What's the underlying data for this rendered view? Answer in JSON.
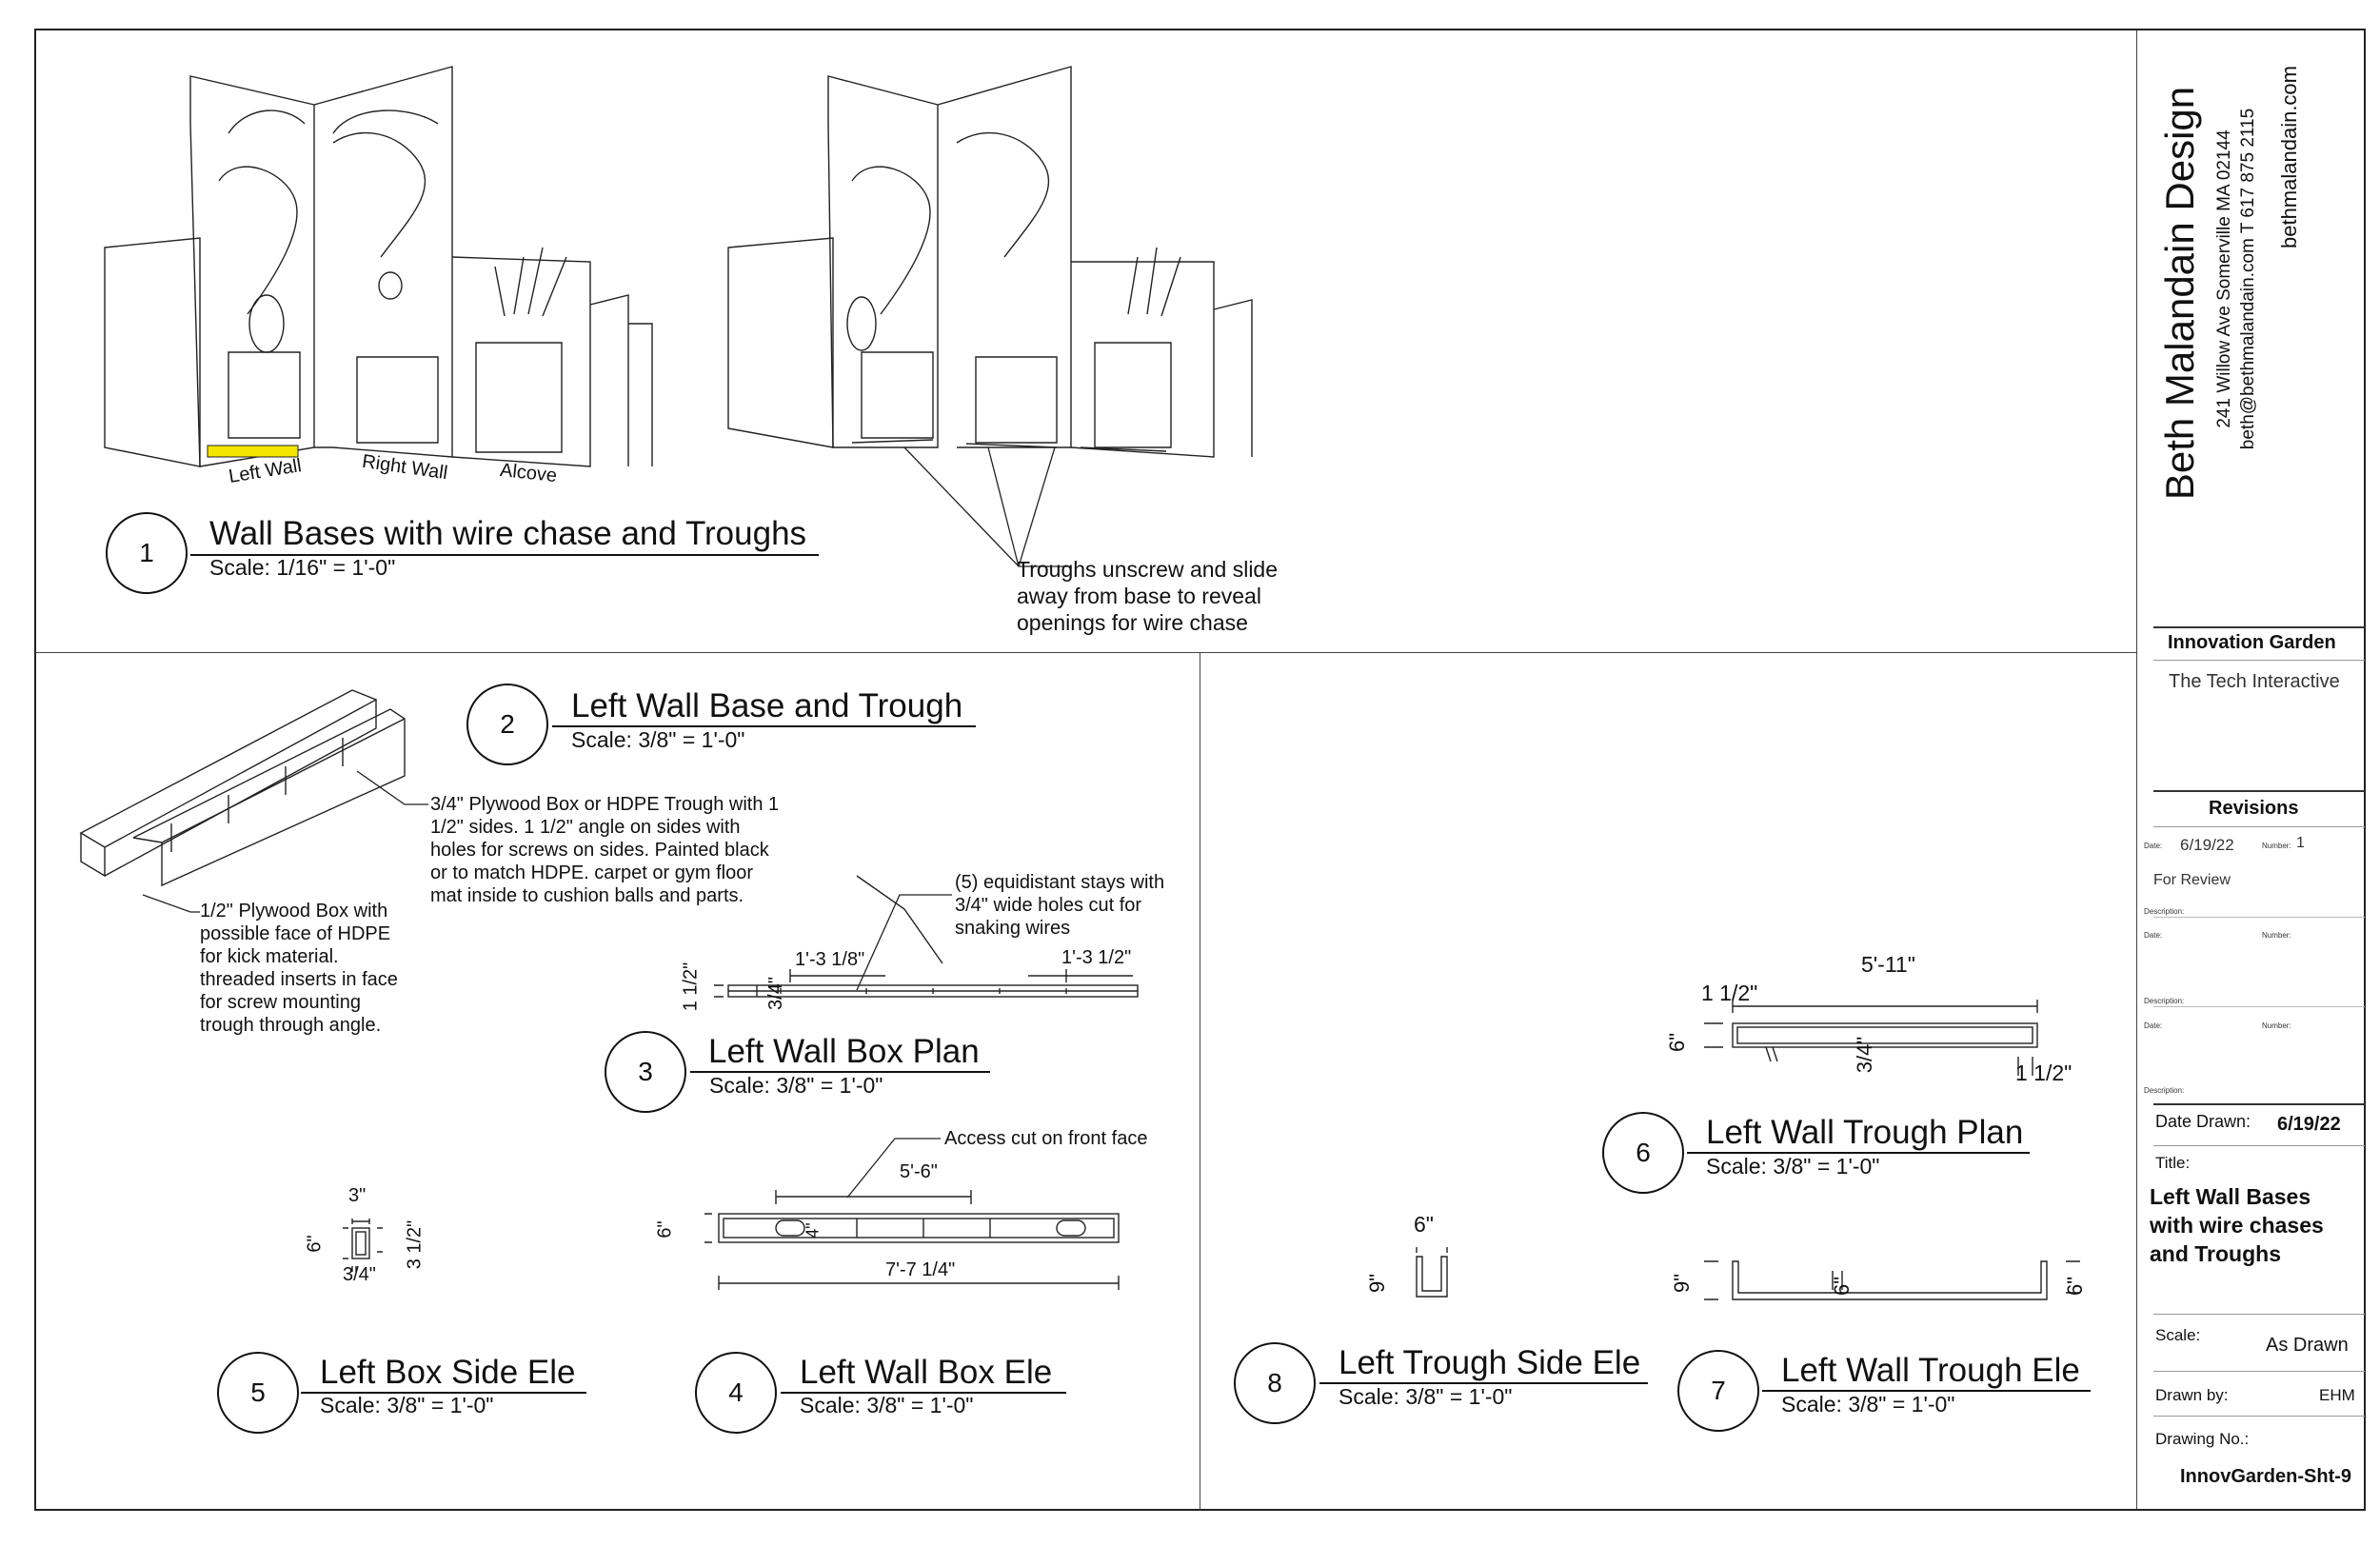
{
  "details": [
    {
      "number": "1",
      "title": "Wall Bases with wire chase and Troughs",
      "scale": "Scale: 1/16\" = 1'-0\""
    },
    {
      "number": "2",
      "title": "Left Wall Base and Trough",
      "scale": "Scale: 3/8\" = 1'-0\""
    },
    {
      "number": "3",
      "title": "Left Wall Box Plan",
      "scale": "Scale: 3/8\" = 1'-0\""
    },
    {
      "number": "4",
      "title": "Left Wall Box Ele",
      "scale": "Scale: 3/8\" = 1'-0\""
    },
    {
      "number": "5",
      "title": "Left Box Side Ele",
      "scale": "Scale: 3/8\" = 1'-0\""
    },
    {
      "number": "6",
      "title": "Left Wall Trough Plan",
      "scale": "Scale: 3/8\" = 1'-0\""
    },
    {
      "number": "7",
      "title": "Left Wall Trough Ele",
      "scale": "Scale: 3/8\" = 1'-0\""
    },
    {
      "number": "8",
      "title": "Left Trough Side Ele",
      "scale": "Scale: 3/8\" = 1'-0\""
    }
  ],
  "view_labels": {
    "left_wall": "Left Wall",
    "right_wall": "Right Wall",
    "alcove": "Alcove"
  },
  "notes": {
    "troughs": "Troughs unscrew and slide\naway from base to reveal\nopenings for wire chase",
    "plywood_box": "3/4\" Plywood Box or HDPE Trough with 1\n1/2\" sides. 1 1/2\" angle on sides with\nholes for screws on sides. Painted black\nor to match HDPE. carpet or gym floor\nmat inside to cushion balls and parts.",
    "half_plywood": "1/2\" Plywood Box with\npossible face of HDPE\nfor kick material.\nthreaded inserts in face\nfor screw mounting\ntrough through angle.",
    "stays": "(5) equidistant stays with\n3/4\" wide holes cut for\nsnaking wires",
    "access_cut": "Access cut on front face"
  },
  "dimensions": {
    "box_plan_a": "1'-3 1/8\"",
    "box_plan_b": "1'-3 1/2\"",
    "box_plan_c": "1 1/2\"",
    "box_plan_d": "3/4\"",
    "box_ele_length": "5'-6\"",
    "box_ele_total": "7'-7 1/4\"",
    "box_ele_height": "6\"",
    "box_ele_inner": "4\"",
    "side_w": "3\"",
    "side_h": "6\"",
    "side_d": "3 1/2\"",
    "side_t": "3/4\"",
    "trough_plan_len": "5'-11\"",
    "trough_plan_side": "1 1/2\"",
    "trough_plan_h": "6\"",
    "trough_plan_t": "3/4\"",
    "trough_plan_r": "1 1/2\"",
    "trough_side_w": "6\"",
    "trough_side_h": "9\"",
    "trough_ele_h": "9\"",
    "trough_ele_mid": "6\"",
    "trough_ele_r": "6\""
  },
  "title_block": {
    "firm": "Beth Malandain Design",
    "address": "241 Willow Ave  Somerville MA 02144",
    "contact": "beth@bethmalandain.com   T 617 875 2115",
    "website": "bethmalandain.com",
    "project": "Innovation Garden",
    "client": "The Tech Interactive",
    "revisions_heading": "Revisions",
    "rev_date_label": "Date:",
    "rev_date": "6/19/22",
    "rev_number_label": "Number:",
    "rev_number": "1",
    "rev_desc": "For Review",
    "desc_label": "Description:",
    "date_label": "Date:",
    "number_label": "Number:",
    "date_drawn_label": "Date Drawn:",
    "date_drawn": "6/19/22",
    "title_label": "Title:",
    "title_text": "Left Wall Bases\nwith wire chases\nand Troughs",
    "scale_label": "Scale:",
    "scale_value": "As Drawn",
    "drawn_by_label": "Drawn by:",
    "drawn_by": "EHM",
    "drawing_no_label": "Drawing No.:",
    "drawing_no": "InnovGarden-Sht-9"
  }
}
